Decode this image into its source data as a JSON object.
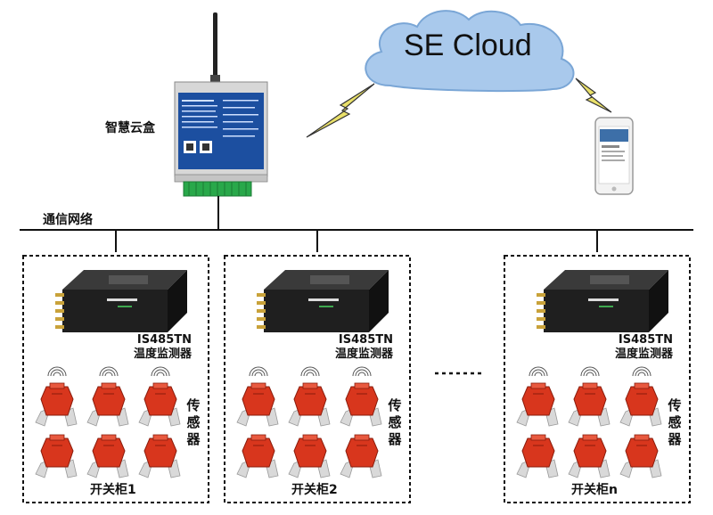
{
  "cloud": {
    "label": "SE Cloud"
  },
  "gateway": {
    "label": "智慧云盒"
  },
  "network": {
    "label": "通信网络"
  },
  "cabinets": [
    {
      "monitor_model": "IS485TN",
      "monitor_name": "温度监测器",
      "sensor_label": "传感器",
      "cabinet_label": "开关柜1"
    },
    {
      "monitor_model": "IS485TN",
      "monitor_name": "温度监测器",
      "sensor_label": "传感器",
      "cabinet_label": "开关柜2"
    },
    {
      "monitor_model": "IS485TN",
      "monitor_name": "温度监测器",
      "sensor_label": "传感器",
      "cabinet_label": "开关柜n"
    }
  ],
  "colors": {
    "cloud_fill": "#a9c9ec",
    "device_body": "#1f1f1f",
    "sensor_red": "#d8361d",
    "gateway_blue": "#1c4fa0",
    "bolt": "#e9e06a"
  },
  "icons": [
    "cloud-icon",
    "antenna-icon",
    "smart-cloud-box-icon",
    "smartphone-icon",
    "lightning-icon",
    "temperature-monitor-icon",
    "wireless-sensor-icon"
  ]
}
